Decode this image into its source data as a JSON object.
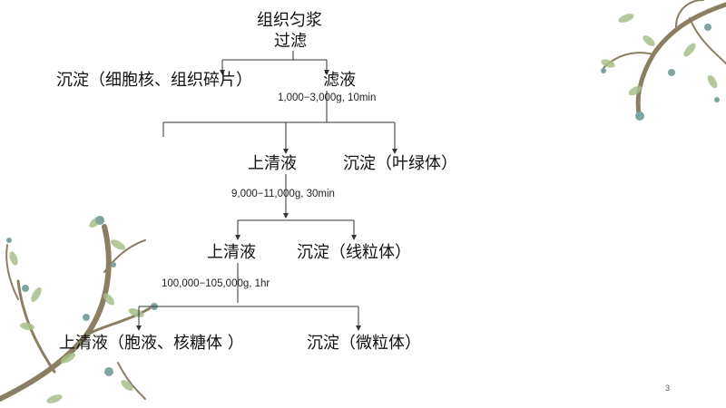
{
  "flow": {
    "root_line1": "组织匀浆",
    "root_line2": "过滤",
    "level1": {
      "left": "沉淀（细胞核、组织碎片）",
      "right": "滤液"
    },
    "step1": "1,000−3,000g, 10min",
    "level2": {
      "left": "上清液",
      "right": "沉淀（叶绿体）"
    },
    "step2": "9,000−11,000g, 30min",
    "level3": {
      "left": "上清液",
      "right": "沉淀（线粒体）"
    },
    "step3": "100,000−105,000g, 1hr",
    "level4": {
      "left": "上清液（胞液、核糖体 ）",
      "right": "沉淀（微粒体）"
    }
  },
  "page_number": "3",
  "colors": {
    "line": "#333333",
    "vine": "#8a7f62",
    "leaf": "#a9bf8a",
    "flower": "#7fa3a0"
  }
}
